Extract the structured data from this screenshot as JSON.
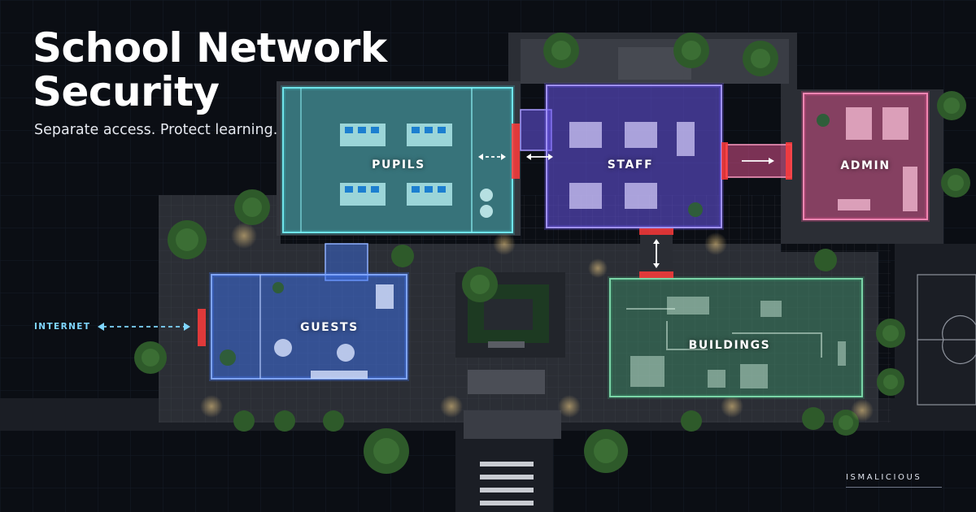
{
  "title": {
    "line1": "School Network",
    "line2": "Security"
  },
  "subtitle": "Separate access. Protect learning.",
  "zones": {
    "pupils": {
      "label": "PUPILS",
      "color": "#3fc8d0"
    },
    "staff": {
      "label": "STAFF",
      "color": "#6a55e8"
    },
    "admin": {
      "label": "ADMIN",
      "color": "#d9508a"
    },
    "guests": {
      "label": "GUESTS",
      "color": "#3f73f2"
    },
    "buildings": {
      "label": "BUILDINGS",
      "color": "#3fa374"
    }
  },
  "internet_label": "INTERNET",
  "brand": "ISMALICIOUS",
  "colors": {
    "firewall": "#ff3b3b",
    "background": "#0b0e14",
    "grid": "#1a2030",
    "internet_arrow": "#7fd6ff"
  }
}
